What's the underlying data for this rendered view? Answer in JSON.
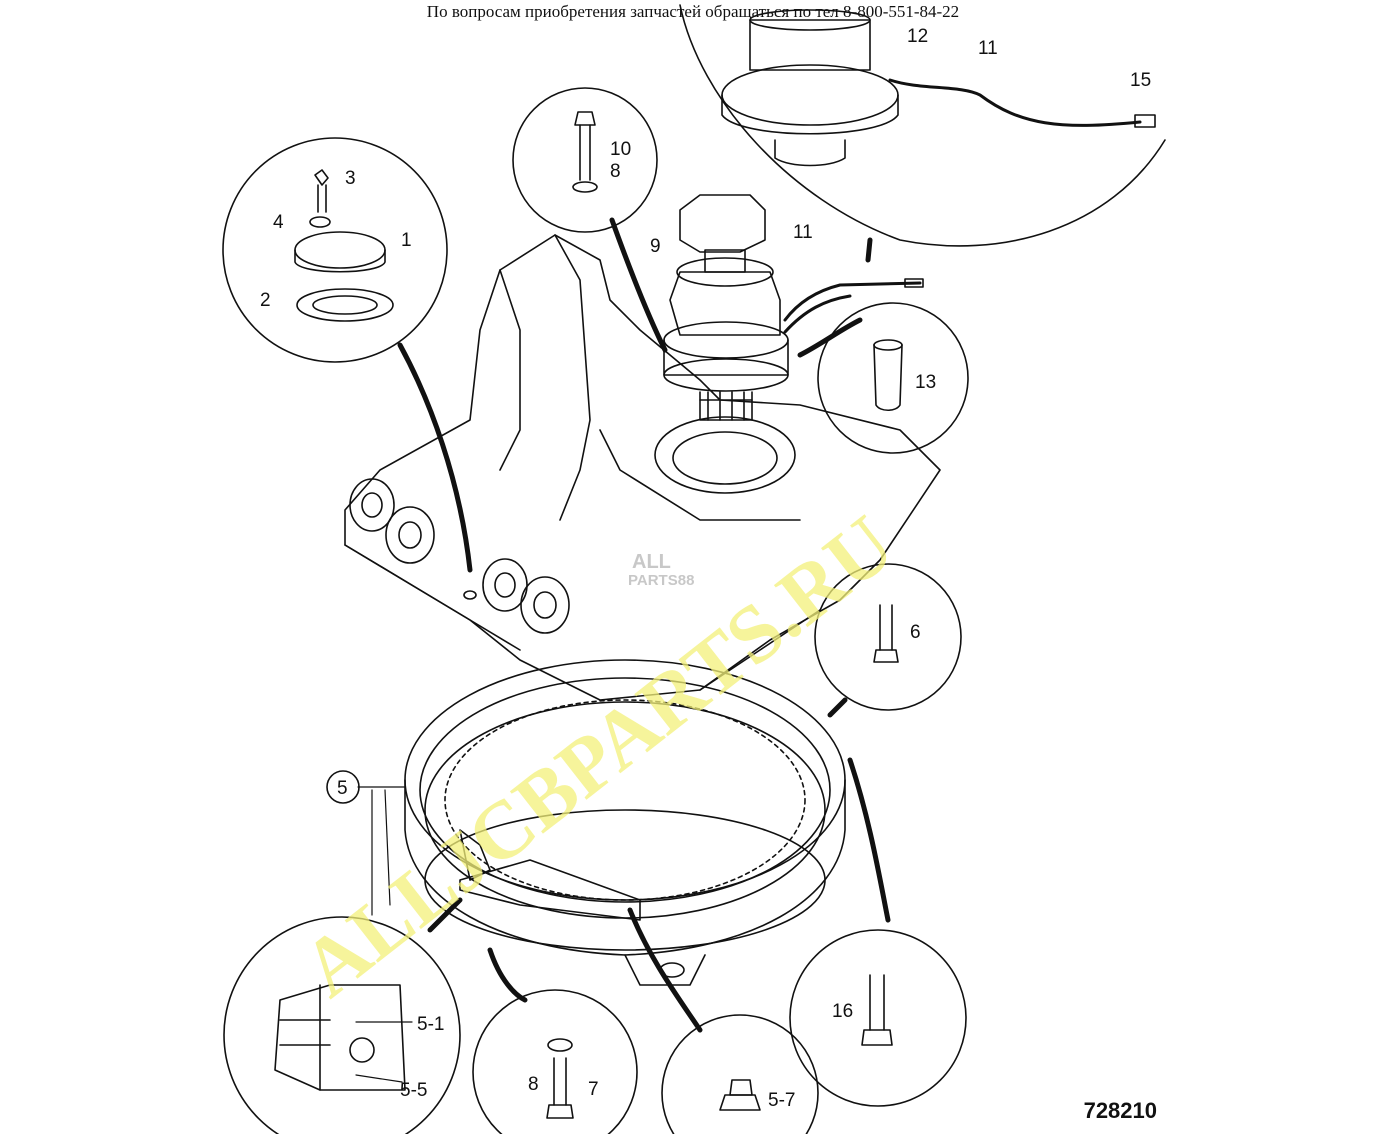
{
  "header": {
    "contact_text": "По вопросам приобретения запчастей обращаться по тел 8-800-551-84-22"
  },
  "watermark": {
    "site": "ALLJCBPARTS.RU",
    "logo_line1": "ALL",
    "logo_line2": "PARTS88",
    "color": "#f3f07a"
  },
  "figure_number": "728210",
  "callouts": {
    "c1": "1",
    "c2": "2",
    "c3": "3",
    "c4": "4",
    "c5": "5",
    "c5_1": "5-1",
    "c5_5": "5-5",
    "c5_7": "5-7",
    "c6": "6",
    "c7": "7",
    "c8a": "8",
    "c8b": "8",
    "c9": "9",
    "c10": "10",
    "c11a": "11",
    "c11b": "11",
    "c12": "12",
    "c13": "13",
    "c15": "15",
    "c16": "16"
  }
}
